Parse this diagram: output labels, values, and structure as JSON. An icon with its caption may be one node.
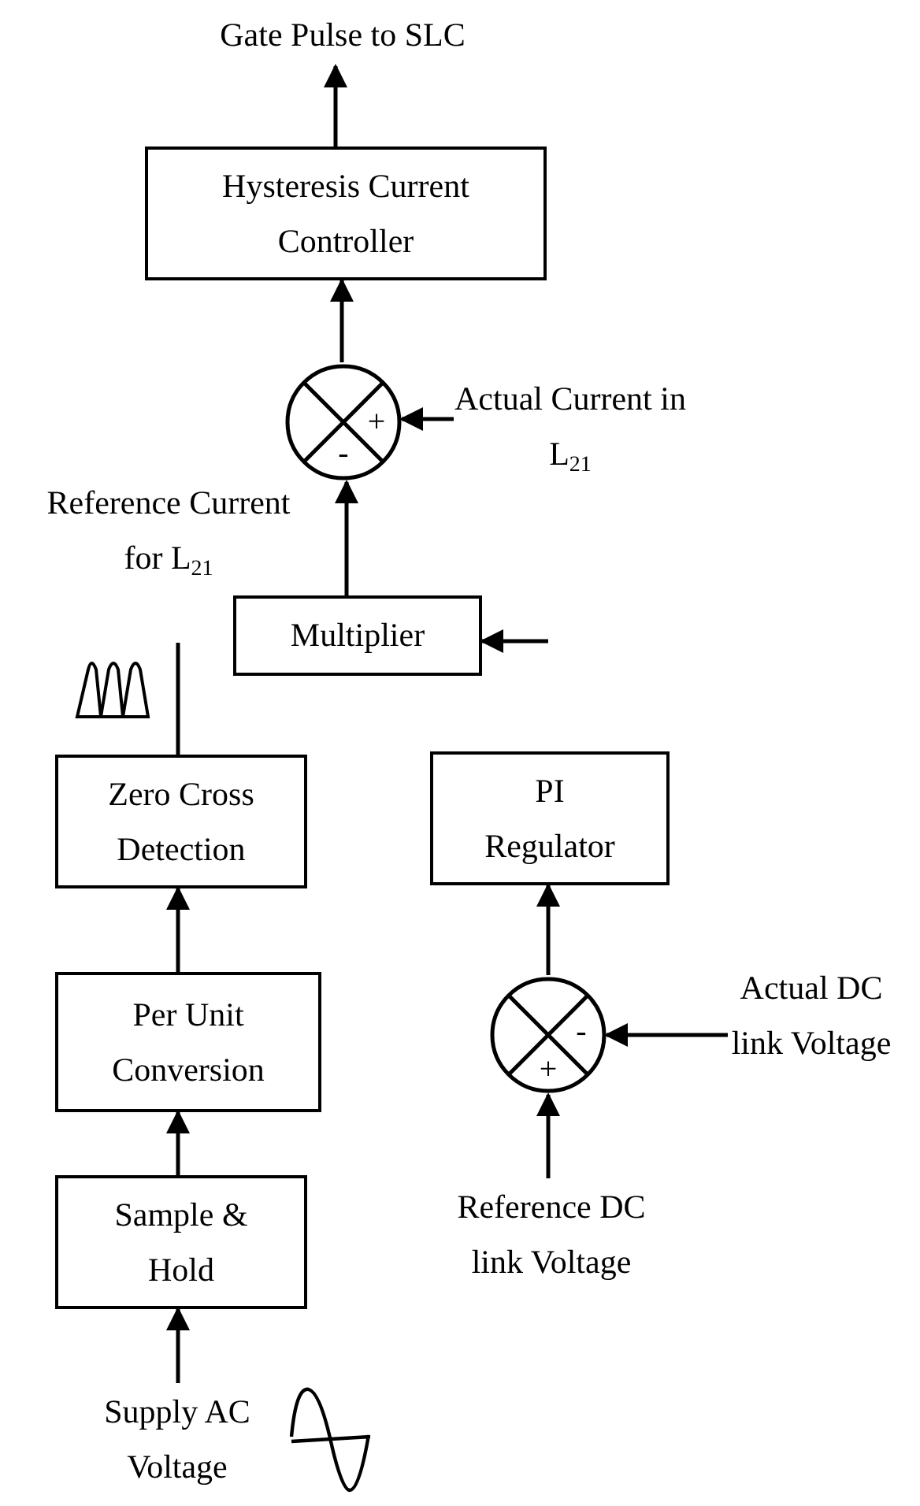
{
  "diagram": {
    "nodes": [
      {
        "text": [
          "Gate Pulse to SLC"
        ]
      },
      {
        "text": [
          "Hysteresis Current Controller"
        ]
      },
      {
        "text": [
          "+",
          "-"
        ]
      },
      {
        "text": [
          "Actual Current in L$_{21}$"
        ]
      },
      {
        "text": [
          "Multiplier"
        ]
      },
      {
        "text": [
          "Zero Cross Detection"
        ]
      },
      {
        "text": [
          "PI Regulator"
        ]
      },
      {
        "text": [
          "-",
          "+"
        ]
      },
      {
        "text": [
          "Actual DC link Voltage"
        ]
      },
      {
        "text": [
          "Per Unit Conversion"
        ]
      },
      {
        "text": [
          "Sample & Hold"
        ]
      },
      {
        "text": [
          "Reference DC link Voltage"
        ]
      },
      {
        "text": [
          "Supply AC Voltage"
        ]
      }
    ],
    "edges": [
      {
        "from": 1,
        "to": 0,
        "arrow": "to"
      },
      {
        "from": 2,
        "to": 1,
        "arrow": "to"
      },
      {
        "from": 3,
        "to": 2,
        "arrow": "to"
      },
      {
        "from": 4,
        "to": 2,
        "arrow": "to"
      },
      {
        "from": null,
        "to": 4,
        "arrow": "to"
      },
      {
        "from": 5,
        "to": null,
        "arrow": "none"
      },
      {
        "from": 9,
        "to": 5,
        "arrow": "to"
      },
      {
        "from": 10,
        "to": 9,
        "arrow": "to"
      },
      {
        "from": 12,
        "to": 10,
        "arrow": "to"
      },
      {
        "from": 7,
        "to": 6,
        "arrow": "to"
      },
      {
        "from": 8,
        "to": 7,
        "arrow": "to"
      },
      {
        "from": 11,
        "to": 7,
        "arrow": "to"
      }
    ],
    "labels": [
      "Reference Current for L$_{21}$"
    ]
  }
}
